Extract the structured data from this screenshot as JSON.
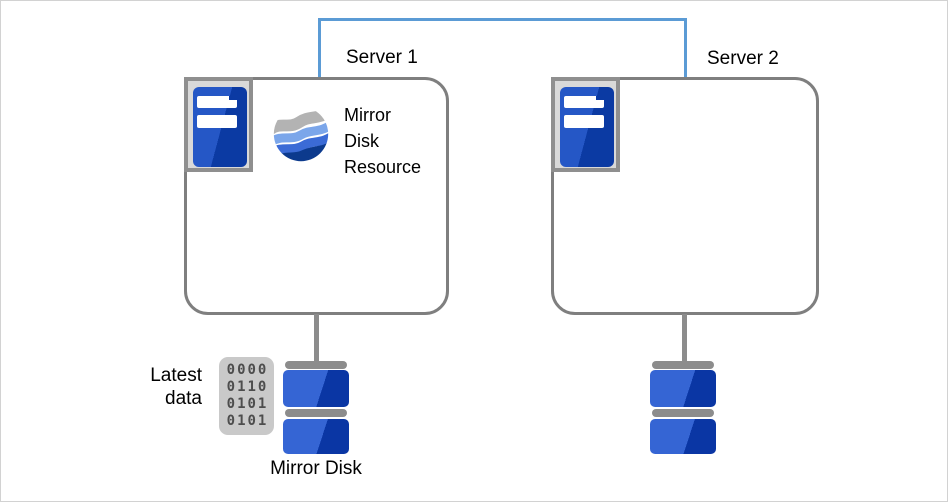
{
  "nodes": {
    "server1": {
      "label": "Server 1"
    },
    "server2": {
      "label": "Server 2"
    }
  },
  "resource": {
    "line1": "Mirror",
    "line2": "Disk",
    "line3": "Resource"
  },
  "latest": {
    "line1": "Latest",
    "line2": "data"
  },
  "binary": {
    "rows": [
      "0000",
      "0110",
      "0101",
      "0101"
    ]
  },
  "disk_label": "Mirror Disk",
  "colors": {
    "link_blue": "#5b9bd5",
    "box_border": "#7f7f7f",
    "icon_frame_bg": "#d9d9d9",
    "icon_frame_border": "#8f8f8f",
    "tower_blue_light": "#2557c6",
    "tower_blue_dark": "#0b3aa3",
    "disk_blue_light": "#3565d4",
    "disk_blue_dark": "#0a36a4",
    "hardware_gray": "#8c8c8c",
    "binary_pad_bg": "#c9c9c9",
    "binary_digits": "#4d4d4d",
    "wave_gray": "#b3b3b3",
    "wave_light_blue": "#7ba6ea",
    "wave_mid_blue": "#3b6bd6",
    "wave_navy": "#0c3a8d"
  }
}
